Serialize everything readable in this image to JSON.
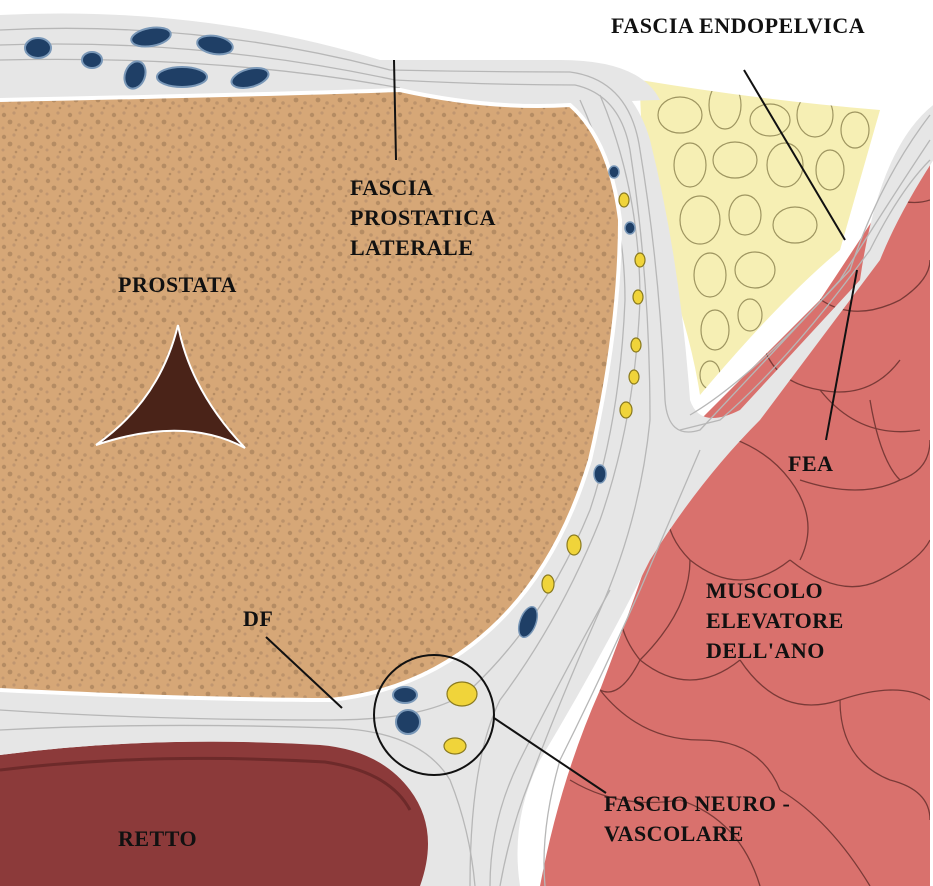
{
  "labels": {
    "fascia_endopelvica": "FASCIA ENDOPELVICA",
    "fascia_prostatica": [
      "FASCIA",
      "PROSTATICA",
      "LATERALE"
    ],
    "prostata": "PROSTATA",
    "fea": "FEA",
    "muscolo": [
      "MUSCOLO",
      "ELEVATORE",
      "DELL'ANO"
    ],
    "df": "DF",
    "retto": "RETTO",
    "fascio": [
      "FASCIO NEURO -",
      "VASCOLARE"
    ]
  },
  "colors": {
    "prostate": "#d6a777",
    "prostate_speckle": "#b58c63",
    "fascia": "#e6e6e6",
    "fascia_line": "#b7b7b7",
    "fat": "#f6efb4",
    "muscle": "#d9716d",
    "rectum": "#8c3a3a",
    "vein": "#1f3f66",
    "nerve": "#f0d43a",
    "urethra": "#4a2318"
  }
}
